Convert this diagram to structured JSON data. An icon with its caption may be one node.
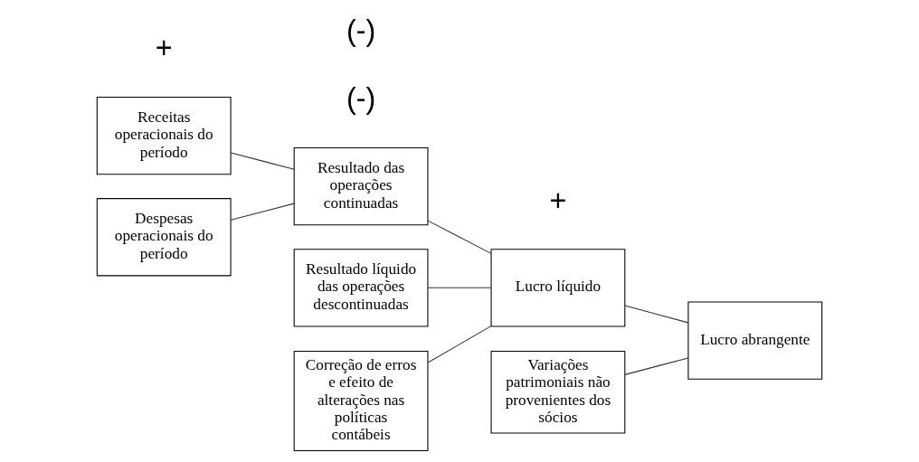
{
  "diagram": {
    "nodes": [
      {
        "text": [
          "Receitas operacionais do período"
        ]
      },
      {
        "text": [
          "Despesas operacionais do período"
        ]
      },
      {
        "text": [
          "Resultado líquido das operações descontinuadas"
        ]
      },
      {
        "text": [
          "Resultado das operações continuadas"
        ]
      },
      {
        "text": [
          "Correção de erros e efeito de alterações nas políticas contábeis"
        ]
      },
      {
        "text": [
          "Lucro líquido"
        ]
      },
      {
        "text": [
          "Variações patrimoniais não provenientes dos sócios"
        ]
      },
      {
        "text": [
          "Lucro abrangente"
        ]
      }
    ],
    "edges": [
      {
        "from": 0,
        "to": 3,
        "arrow": "none"
      },
      {
        "from": 1,
        "to": 3,
        "arrow": "none"
      },
      {
        "from": 2,
        "to": 5,
        "arrow": "none"
      },
      {
        "from": 3,
        "to": 5,
        "arrow": "none"
      },
      {
        "from": 4,
        "to": 5,
        "arrow": "none"
      },
      {
        "from": 5,
        "to": 7,
        "arrow": "none"
      },
      {
        "from": 6,
        "to": 7,
        "arrow": "none"
      }
    ],
    "labels": [
      "+",
      "(-)",
      "(-)",
      "+"
    ]
  }
}
